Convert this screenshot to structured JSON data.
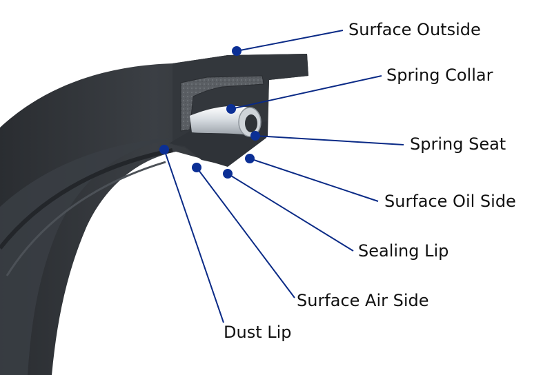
{
  "diagram": {
    "colors": {
      "rubber_dark": "#2b2e32",
      "rubber_mid": "#3a3e43",
      "rubber_light": "#4a4f55",
      "steel_insert": "#5d6166",
      "spring_light": "#e7eaee",
      "leader": "#0a2a86",
      "dot": "#0b2f95",
      "text": "#111111"
    },
    "labels": {
      "surface_outside": "Surface Outside",
      "spring_collar": "Spring Collar",
      "spring_seat": "Spring Seat",
      "surface_oil_side": "Surface Oil Side",
      "sealing_lip": "Sealing Lip",
      "surface_air_side": "Surface Air Side",
      "dust_lip": "Dust Lip"
    }
  }
}
